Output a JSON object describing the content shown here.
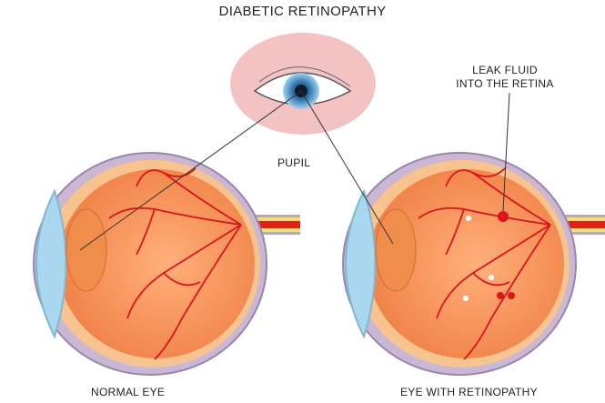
{
  "title": "DIABETIC RETINOPATHY",
  "labels": {
    "pupil": "PUPIL",
    "leak_line1": "LEAK FLUID",
    "leak_line2": "INTO THE RETINA",
    "normal_eye": "NORMAL EYE",
    "retinopathy_eye": "EYE WITH RETINOPATHY"
  },
  "colors": {
    "sclera": "#b9a6c6",
    "retina": "#f59a5e",
    "vessel": "#d9141c",
    "cornea": "#a9d8ee",
    "skin": "#f3c2c2",
    "iris": "#5aa4d6"
  }
}
